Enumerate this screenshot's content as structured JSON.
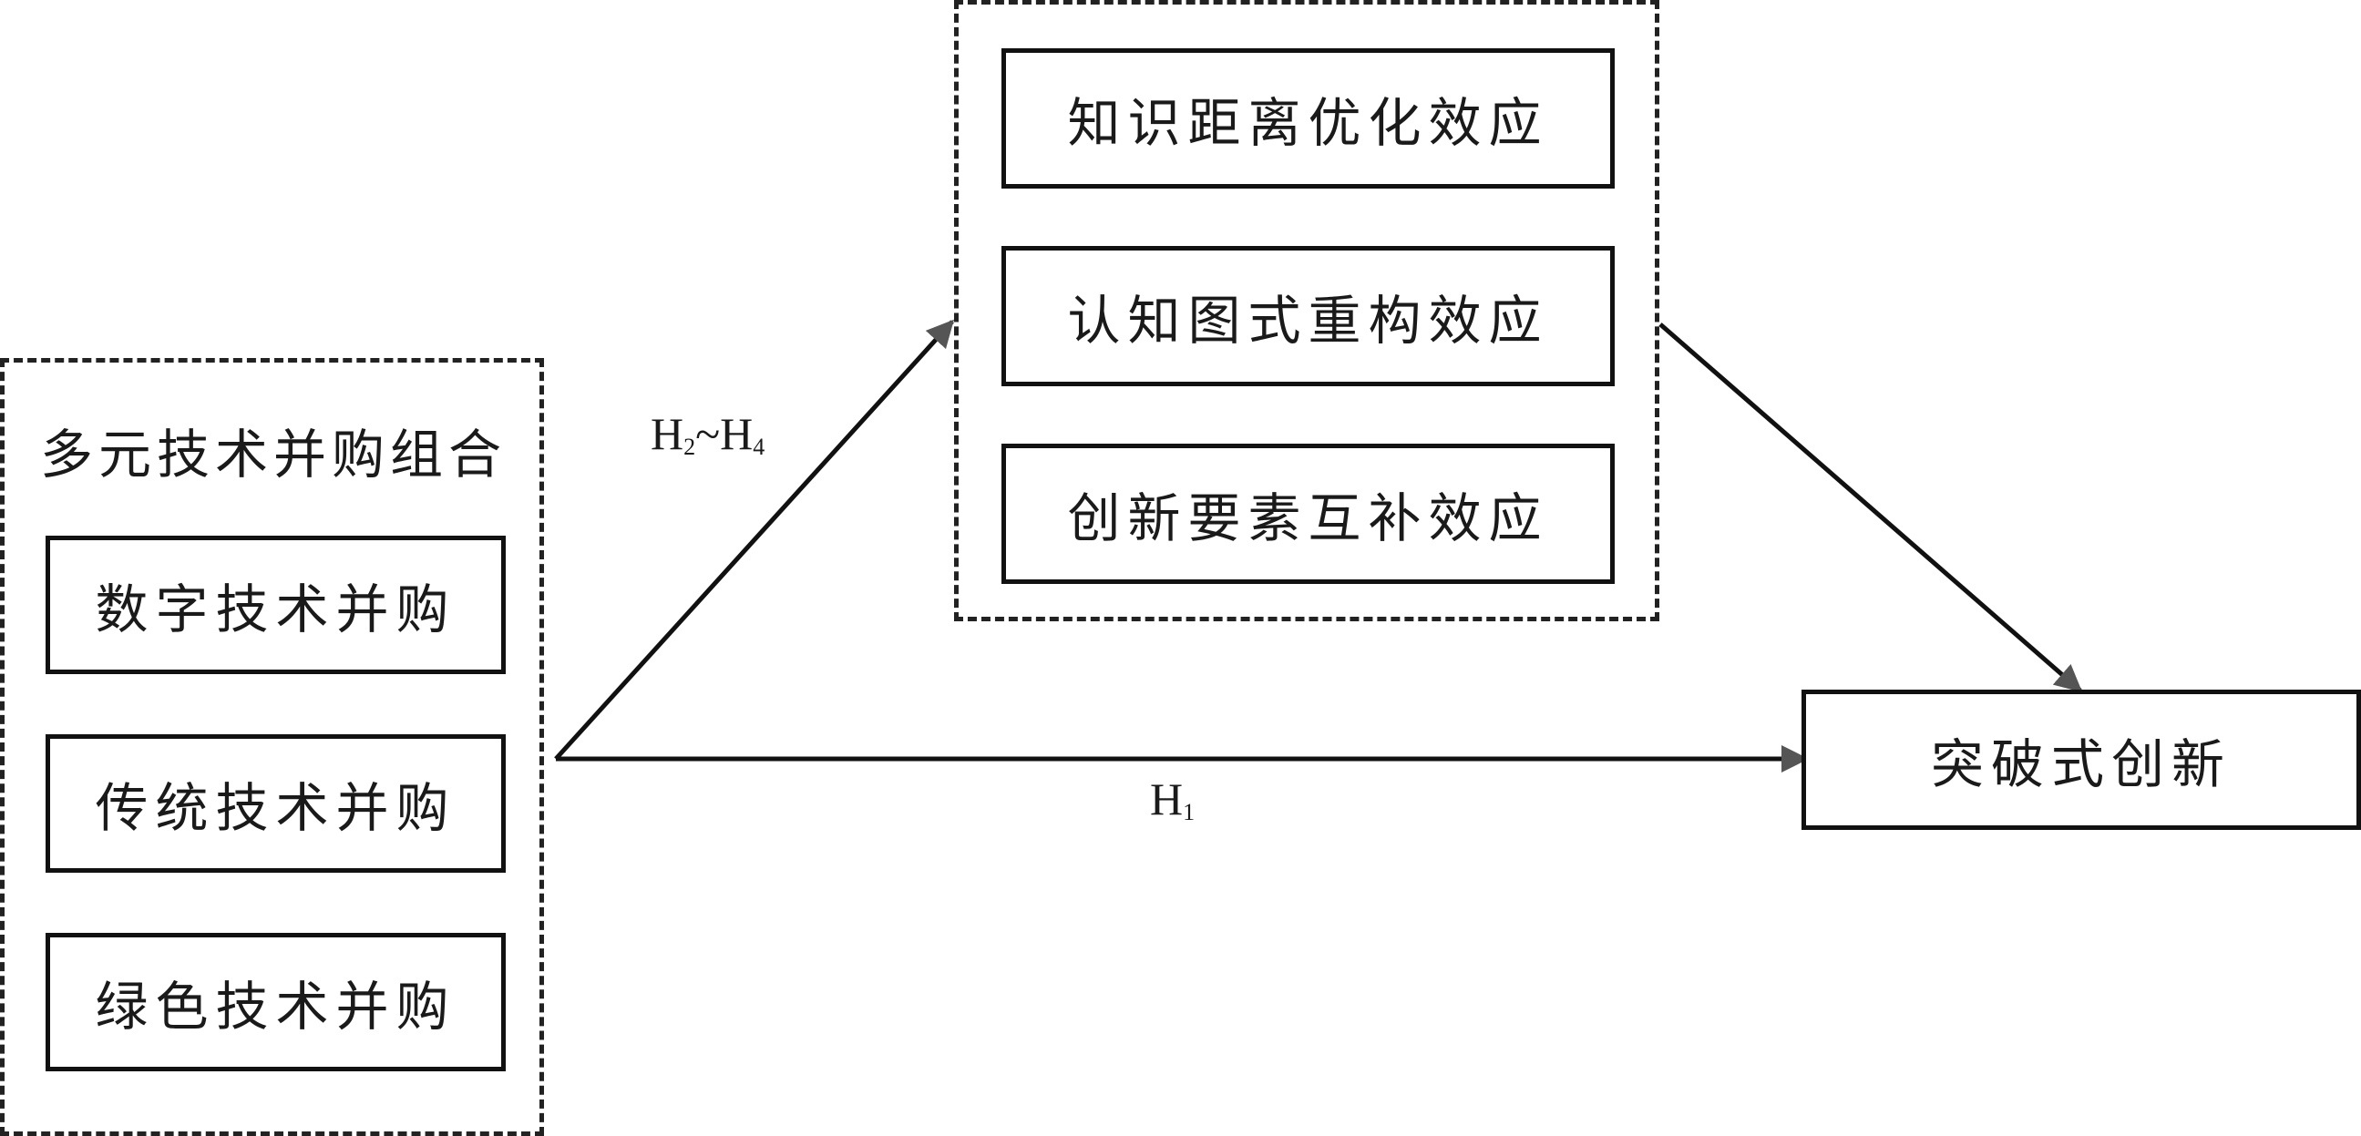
{
  "left_group": {
    "title": "多元技术并购组合",
    "items": [
      "数字技术并购",
      "传统技术并购",
      "绿色技术并购"
    ]
  },
  "mediators": {
    "items": [
      "知识距离优化效应",
      "认知图式重构效应",
      "创新要素互补效应"
    ]
  },
  "outcome": {
    "label": "突破式创新"
  },
  "hypotheses": {
    "indirect": {
      "a": "H",
      "a_sub": "2",
      "sep": "~",
      "b": "H",
      "b_sub": "4"
    },
    "direct": {
      "h": "H",
      "h_sub": "1"
    }
  },
  "colors": {
    "line": "#111111",
    "arrowhead": "#555555"
  }
}
